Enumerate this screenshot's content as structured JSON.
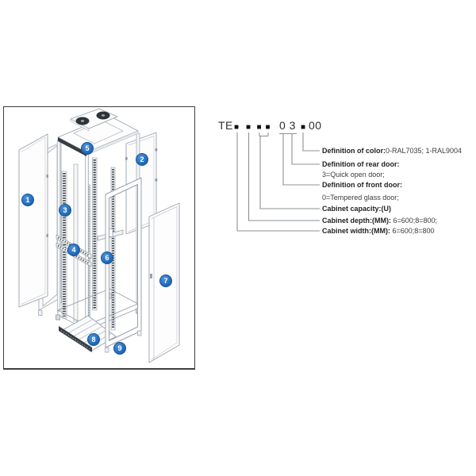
{
  "diagram": {
    "parts": [
      {
        "number": "1"
      },
      {
        "number": "2"
      },
      {
        "number": "3"
      },
      {
        "number": "4"
      },
      {
        "number": "5"
      },
      {
        "number": "6"
      },
      {
        "number": "7"
      },
      {
        "number": "8"
      },
      {
        "number": "9"
      }
    ]
  },
  "model_code": {
    "prefix": "TE",
    "positions": [
      {
        "text": "■"
      },
      {
        "text": "■"
      },
      {
        "text": "■"
      },
      {
        "text": "■"
      },
      {
        "text": "0 3"
      },
      {
        "text": "■"
      },
      {
        "text": "00"
      }
    ]
  },
  "legend": {
    "rows": [
      {
        "title": "Definition of color:",
        "value": "0-RAL7035; 1-RAL9004"
      },
      {
        "title": "Definition of rear door:",
        "value": ""
      },
      {
        "title": "",
        "value": "3=Quick open door;"
      },
      {
        "title": "Definition of front door:",
        "value": ""
      },
      {
        "title": "",
        "value": "0=Tempered glass door;"
      },
      {
        "title": "Cabinet capacity:(U)",
        "value": ""
      },
      {
        "title": "Cabinet depth:(MM):",
        "value": " 6=600;8=800;"
      },
      {
        "title": "Cabinet width:(MM):",
        "value": " 6=600;8=800"
      }
    ]
  },
  "colors": {
    "badge_blue": "#2273c8",
    "line_gray": "#9aa2ab",
    "dark_part": "#383d43"
  }
}
